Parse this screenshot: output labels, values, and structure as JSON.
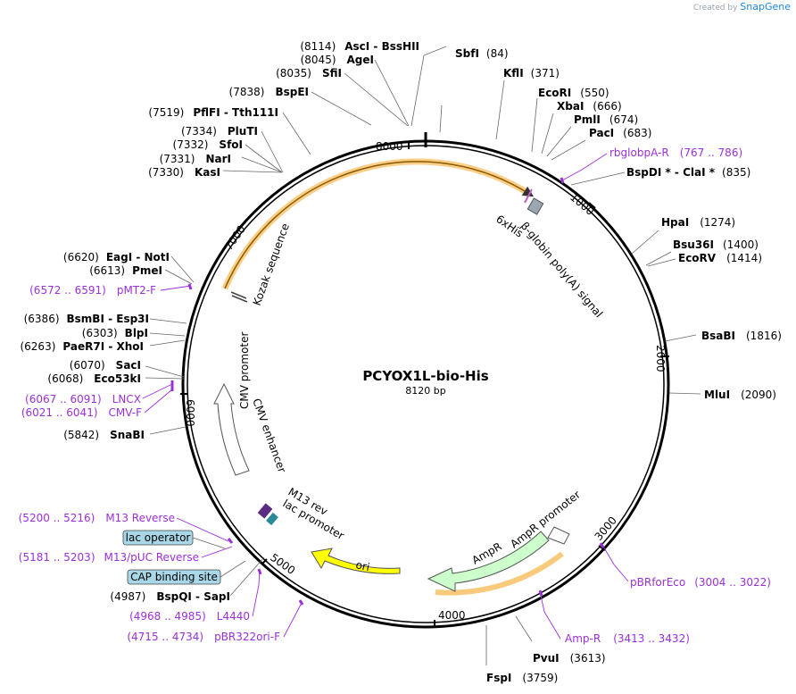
{
  "credit": {
    "prefix": "Created by",
    "brand": "SnapGene"
  },
  "plasmid": {
    "name": "PCYOX1L-bio-His",
    "size": "8120 bp",
    "length": 8120
  },
  "ticks": [
    "1000",
    "2000",
    "3000",
    "4000",
    "5000",
    "6000",
    "7000",
    "8000"
  ],
  "enzymes": [
    {
      "name": "SbfI",
      "pos": "(84)"
    },
    {
      "name": "KflI",
      "pos": "(371)"
    },
    {
      "name": "EcoRI",
      "pos": "(550)"
    },
    {
      "name": "XbaI",
      "pos": "(666)"
    },
    {
      "name": "PmlI",
      "pos": "(674)"
    },
    {
      "name": "PacI",
      "pos": "(683)"
    },
    {
      "name": "BspDI * - ClaI *",
      "pos": "(835)"
    },
    {
      "name": "HpaI",
      "pos": "(1274)"
    },
    {
      "name": "Bsu36I",
      "pos": "(1400)"
    },
    {
      "name": "EcoRV",
      "pos": "(1414)"
    },
    {
      "name": "BsaBI",
      "pos": "(1816)"
    },
    {
      "name": "MluI",
      "pos": "(2090)"
    },
    {
      "name": "PvuI",
      "pos": "(3613)"
    },
    {
      "name": "FspI",
      "pos": "(3759)"
    },
    {
      "name": "BspQI - SapI",
      "pos": "(4987)"
    },
    {
      "name": "SnaBI",
      "pos": "(5842)"
    },
    {
      "name": "Eco53kI",
      "pos": "(6068)"
    },
    {
      "name": "SacI",
      "pos": "(6070)"
    },
    {
      "name": "PaeR7I - XhoI",
      "pos": "(6263)"
    },
    {
      "name": "BlpI",
      "pos": "(6303)"
    },
    {
      "name": "BsmBI - Esp3I",
      "pos": "(6386)"
    },
    {
      "name": "PmeI",
      "pos": "(6613)"
    },
    {
      "name": "EagI - NotI",
      "pos": "(6620)"
    },
    {
      "name": "KasI",
      "pos": "(7330)"
    },
    {
      "name": "NarI",
      "pos": "(7331)"
    },
    {
      "name": "SfoI",
      "pos": "(7332)"
    },
    {
      "name": "PluTI",
      "pos": "(7334)"
    },
    {
      "name": "PflFI - Tth111I",
      "pos": "(7519)"
    },
    {
      "name": "BspEI",
      "pos": "(7838)"
    },
    {
      "name": "SfiI",
      "pos": "(8035)"
    },
    {
      "name": "AgeI",
      "pos": "(8045)"
    },
    {
      "name": "AscI - BssHII",
      "pos": "(8114)"
    }
  ],
  "primers": [
    {
      "name": "rbglobpA-R",
      "range": "(767 .. 786)"
    },
    {
      "name": "pBRforEco",
      "range": "(3004 .. 3022)"
    },
    {
      "name": "Amp-R",
      "range": "(3413 .. 3432)"
    },
    {
      "name": "L4440",
      "range": "(4968 .. 4985)"
    },
    {
      "name": "pBR322ori-F",
      "range": "(4715 .. 4734)"
    },
    {
      "name": "M13/pUC Reverse",
      "range": "(5181 .. 5203)"
    },
    {
      "name": "M13 Reverse",
      "range": "(5200 .. 5216)"
    },
    {
      "name": "CMV-F",
      "range": "(6021 .. 6041)"
    },
    {
      "name": "LNCX",
      "range": "(6067 .. 6091)"
    },
    {
      "name": "pMT2-F",
      "range": "(6572 .. 6591)"
    }
  ],
  "boxed_features": [
    "lac operator",
    "CAP binding site"
  ],
  "features": [
    {
      "name": "6xHis"
    },
    {
      "name": "β-globin poly(A) signal"
    },
    {
      "name": "Kozak sequence"
    },
    {
      "name": "CMV promoter"
    },
    {
      "name": "CMV enhancer"
    },
    {
      "name": "M13 rev"
    },
    {
      "name": "lac promoter"
    },
    {
      "name": "ori"
    },
    {
      "name": "AmpR"
    },
    {
      "name": "AmpR promoter"
    }
  ],
  "colors": {
    "primer": "#9b30d9",
    "ori": "#ffff00",
    "ampr": "#ccffcc",
    "orf_highlight": "#f5a623",
    "boxed": "#a8d8e8",
    "brand": "#1e88e5"
  }
}
